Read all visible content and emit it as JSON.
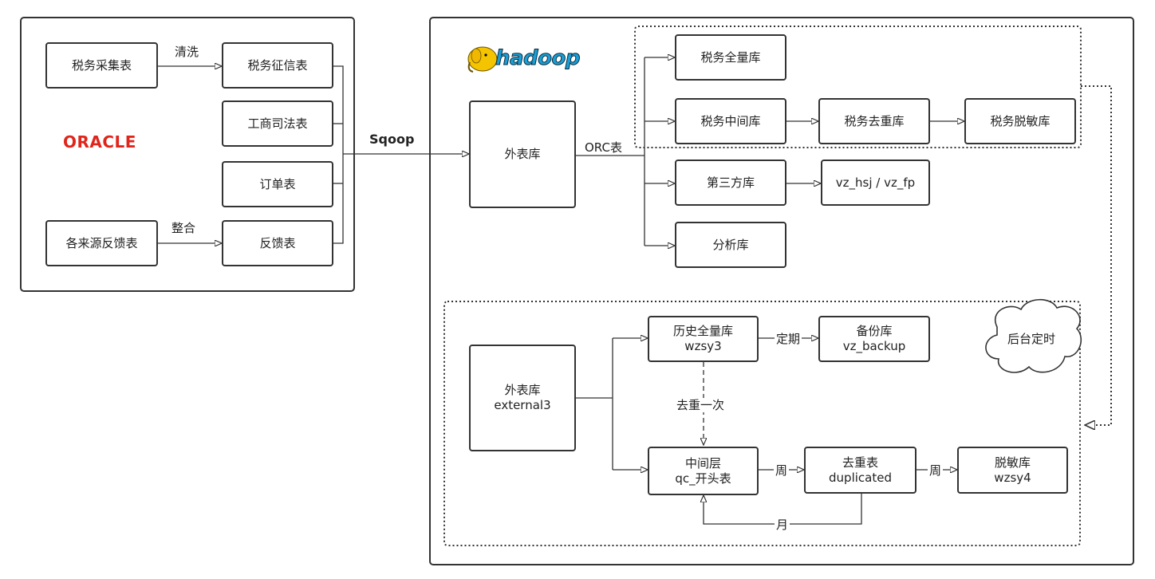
{
  "oracle_panel": {
    "logo_text": "ORACLE",
    "boxes": {
      "tax_collect": "税务采集表",
      "tax_credit": "税务征信表",
      "business_judicial": "工商司法表",
      "order": "订单表",
      "multi_feedback": "各来源反馈表",
      "feedback": "反馈表"
    },
    "edges": {
      "clean": "清洗",
      "integrate": "整合"
    }
  },
  "transfer_label": "Sqoop",
  "hadoop_panel": {
    "logo_text": "hadoop",
    "external_lib": "外表库",
    "orc_label": "ORC表",
    "targets": {
      "tax_full": "税务全量库",
      "tax_mid": "税务中间库",
      "tax_dedup": "税务去重库",
      "tax_desensitize": "税务脱敏库",
      "third_party": "第三方库",
      "vz": "vz_hsj / vz_fp",
      "analysis": "分析库"
    },
    "lower": {
      "external3_line1": "外表库",
      "external3_line2": "external3",
      "history_line1": "历史全量库",
      "history_line2": "wzsy3",
      "backup_line1": "备份库",
      "backup_line2": "vz_backup",
      "middle_line1": "中间层",
      "middle_line2": "qc_开头表",
      "dedup_line1": "去重表",
      "dedup_line2": "duplicated",
      "desens_line1": "脱敏库",
      "desens_line2": "wzsy4",
      "periodic": "定期",
      "dedup_once": "去重一次",
      "week1": "周",
      "week2": "周",
      "month": "月",
      "cloud": "后台定时"
    }
  }
}
